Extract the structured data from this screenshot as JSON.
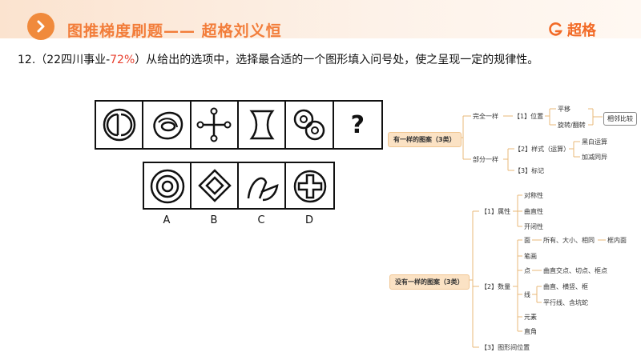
{
  "header": {
    "title": "图推梯度刷题—— 超格刘义恒",
    "brand": "超格"
  },
  "question": {
    "number": "12.",
    "source_prefix": "（22四川事业-",
    "rate": "72%",
    "source_suffix": "）",
    "text": "从给出的选项中，选择最合适的一个图形填入问号处，使之呈现一定的规律性。"
  },
  "puzzle": {
    "question_mark": "?",
    "options": [
      "A",
      "B",
      "C",
      "D"
    ]
  },
  "mindmap": {
    "branch1": {
      "title": "有一样的图案（3类）",
      "items": {
        "full_same": "完全一样",
        "position": "【1】位置",
        "translate": "平移",
        "rotate_flip": "旋转/翻转",
        "adjacent": "相邻比较",
        "partial_same": "部分一样",
        "style": "【2】样式（运算）",
        "bw_op": "黑白运算",
        "add_sub": "加减同异",
        "mark": "【3】标记"
      }
    },
    "branch2": {
      "title": "没有一样的图案（3类）",
      "items": {
        "attribute": "【1】属性",
        "symmetry": "对称性",
        "curve": "曲直性",
        "openclose": "开闭性",
        "quantity": "【2】数量",
        "face": "面",
        "face_detail": "所有、大小、相同",
        "face_inner": "框内面",
        "stroke": "笔画",
        "point": "点",
        "point_detail": "曲直交点、切点、框点",
        "line": "线",
        "line_detail1": "曲直、横竖、框",
        "line_detail2": "平行线、含坑蛇",
        "element": "元素",
        "right_angle": "直角",
        "relation": "【3】图形间位置"
      }
    }
  },
  "colors": {
    "accent": "#f08a3c",
    "brand": "#f26a26",
    "rate": "#e8402f",
    "mindmap_line": "#e9b878",
    "node_fill": "#fbe2c4"
  }
}
